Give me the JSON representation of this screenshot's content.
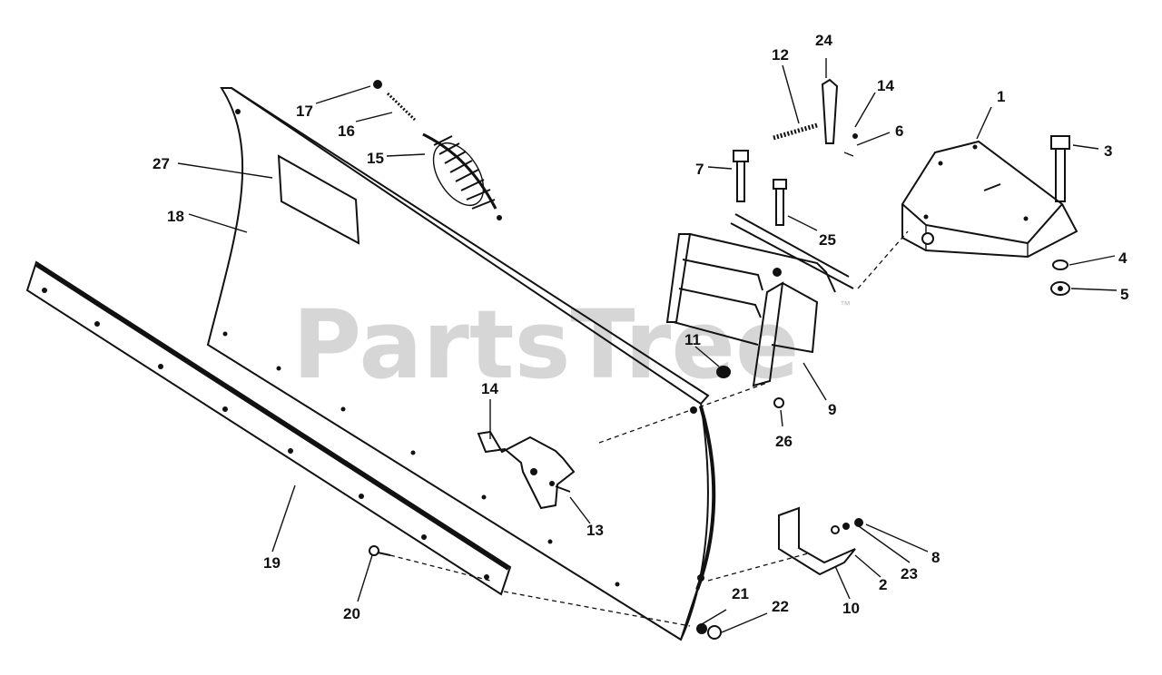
{
  "watermark": "PartsTree",
  "watermark_tm": "™",
  "callouts": [
    "1",
    "2",
    "3",
    "4",
    "5",
    "6",
    "7",
    "8",
    "9",
    "10",
    "11",
    "12",
    "13",
    "14",
    "14",
    "15",
    "16",
    "17",
    "18",
    "19",
    "20",
    "21",
    "22",
    "23",
    "24",
    "25",
    "26",
    "27"
  ]
}
